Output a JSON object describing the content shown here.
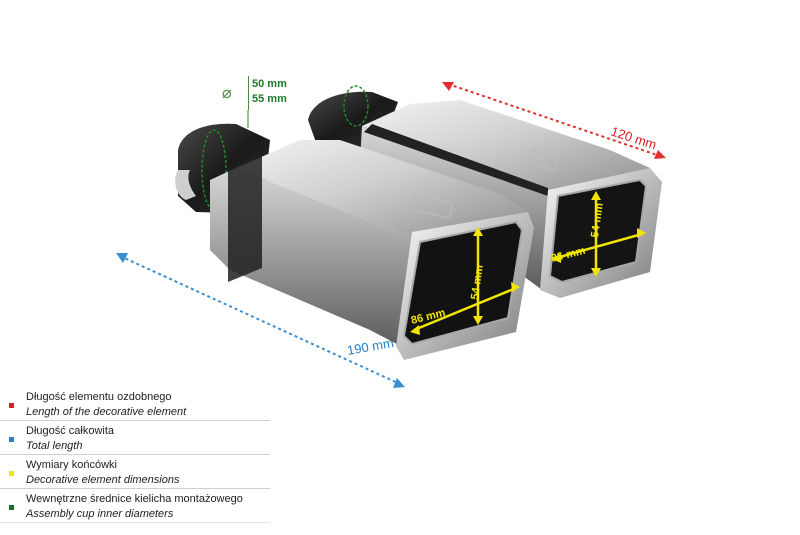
{
  "dimensions": {
    "decorative_length": "120 mm",
    "total_length": "190 mm",
    "tip_width": "86 mm",
    "tip_height": "54 mm",
    "cup_diameter_1": "50 mm",
    "cup_diameter_2": "55 mm",
    "diameter_symbol": "⌀"
  },
  "colors": {
    "decorative_length": "#e03030",
    "total_length": "#3a8fd0",
    "tip_dimensions": "#f2e600",
    "cup_diameter": "#1e7a2a"
  },
  "legend": [
    {
      "pl": "Długość elementu ozdobnego",
      "en": "Length of the decorative element",
      "color": "#d42020"
    },
    {
      "pl": "Długość całkowita",
      "en": "Total length",
      "color": "#2b7fc4"
    },
    {
      "pl": "Wymiary końcówki",
      "en": "Decorative element dimensions",
      "color": "#f2e600"
    },
    {
      "pl": "Wewnętrzne średnice kielicha montażowego",
      "en": "Assembly cup inner diameters",
      "color": "#1e6e2a"
    }
  ]
}
